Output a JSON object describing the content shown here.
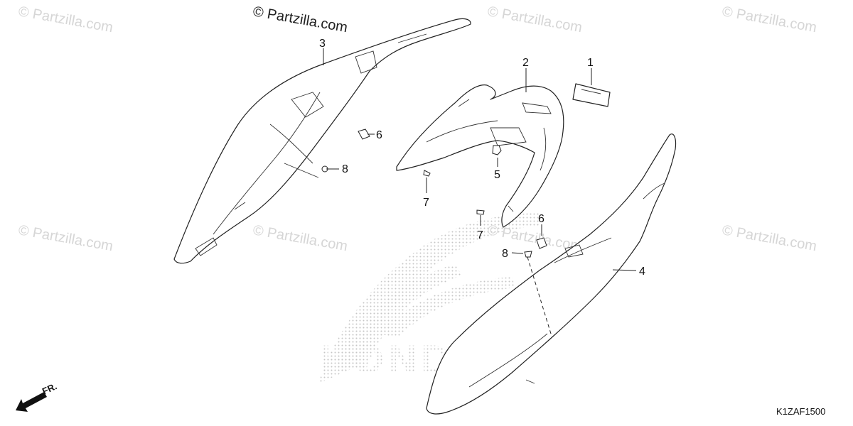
{
  "watermarks": {
    "main": "© Partzilla.com",
    "faded": "© Partzilla.com"
  },
  "background_logo": "HONDA",
  "direction_marker": "FR.",
  "diagram_code": "K1ZAF1500",
  "callouts": {
    "c1": "1",
    "c2": "2",
    "c3": "3",
    "c4": "4",
    "c5": "5",
    "c6a": "6",
    "c6b": "6",
    "c7a": "7",
    "c7b": "7",
    "c8a": "8",
    "c8b": "8"
  },
  "colors": {
    "line": "#222222",
    "watermark": "#d6d6d6",
    "logo_dots": "#c8c8c8"
  }
}
